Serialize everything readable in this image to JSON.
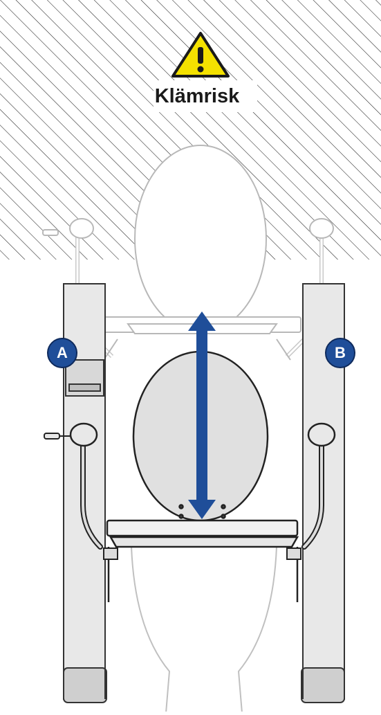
{
  "warning": {
    "label": "Klämrisk",
    "icon": "warning-triangle-icon",
    "color": "#f4e100"
  },
  "markers": {
    "a": "A",
    "b": "B",
    "color": "#1f4e99"
  },
  "arrow": {
    "icon": "vertical-double-arrow-icon",
    "color": "#1f4e99"
  }
}
